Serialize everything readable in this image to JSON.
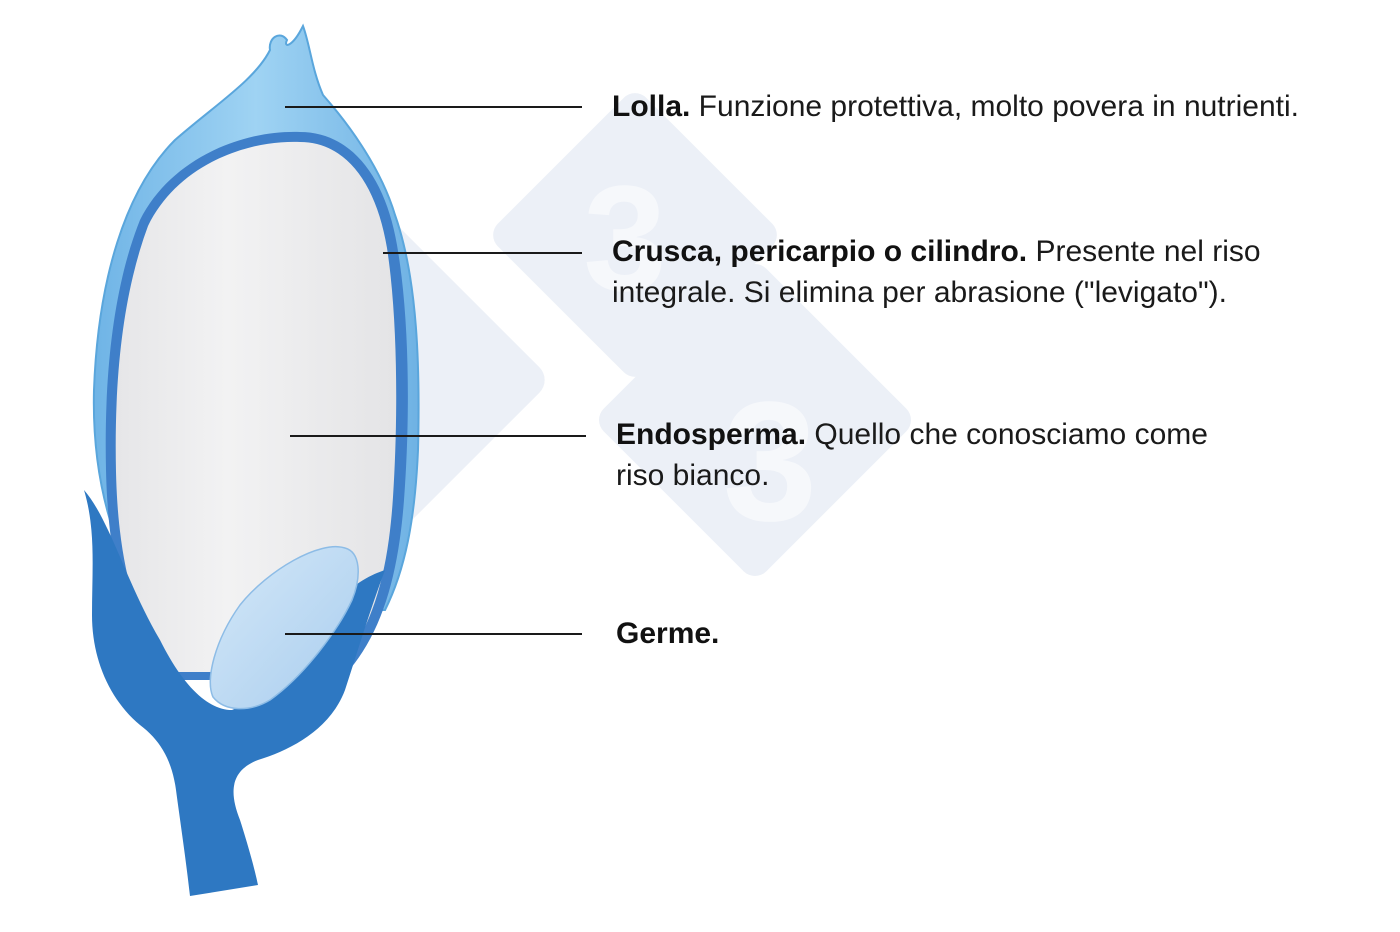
{
  "colors": {
    "husk": "#8cc9ee",
    "husk_edge": "#5aa6dc",
    "bran": "#3f7fc9",
    "endosperm": "#eeeeef",
    "germ": "#b6d7f2",
    "stem": "#2e78c2",
    "leader_line": "#1a1a1a",
    "watermark": "#dde4f0"
  },
  "watermark": {
    "glyph": "3"
  },
  "labels": [
    {
      "id": "lolla",
      "title": "Lolla.",
      "text": " Funzione protettiva, molto povera in nutrienti."
    },
    {
      "id": "crusca",
      "title": "Crusca, pericarpio o cilindro.",
      "text": " Presente nel riso integrale. Si elimina per abrasione (\"levigato\")."
    },
    {
      "id": "endosperma",
      "title": "Endosperma.",
      "text": " Quello che conosciamo come riso bianco."
    },
    {
      "id": "germe",
      "title": "Germe.",
      "text": ""
    }
  ]
}
